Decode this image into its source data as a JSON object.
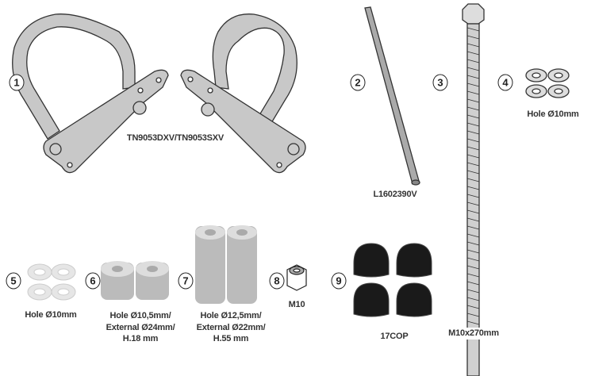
{
  "items": [
    {
      "number": "1",
      "label": "TN9053DXV/TN9053SXV"
    },
    {
      "number": "2",
      "label": "L1602390V"
    },
    {
      "number": "3",
      "label": "M10x270mm"
    },
    {
      "number": "4",
      "label": "Hole Ø10mm"
    },
    {
      "number": "5",
      "label": "Hole Ø10mm"
    },
    {
      "number": "6",
      "label_lines": [
        "Hole Ø10,5mm/",
        "External Ø24mm/",
        "H.18 mm"
      ]
    },
    {
      "number": "7",
      "label_lines": [
        "Hole Ø12,5mm/",
        "External Ø22mm/",
        "H.55 mm"
      ]
    },
    {
      "number": "8",
      "label": "M10"
    },
    {
      "number": "9",
      "label": "17COP"
    }
  ],
  "colors": {
    "part_fill": "#c8c8c8",
    "outline": "#333333",
    "cap": "#1a1a1a",
    "washer": "#e6e6e6"
  }
}
